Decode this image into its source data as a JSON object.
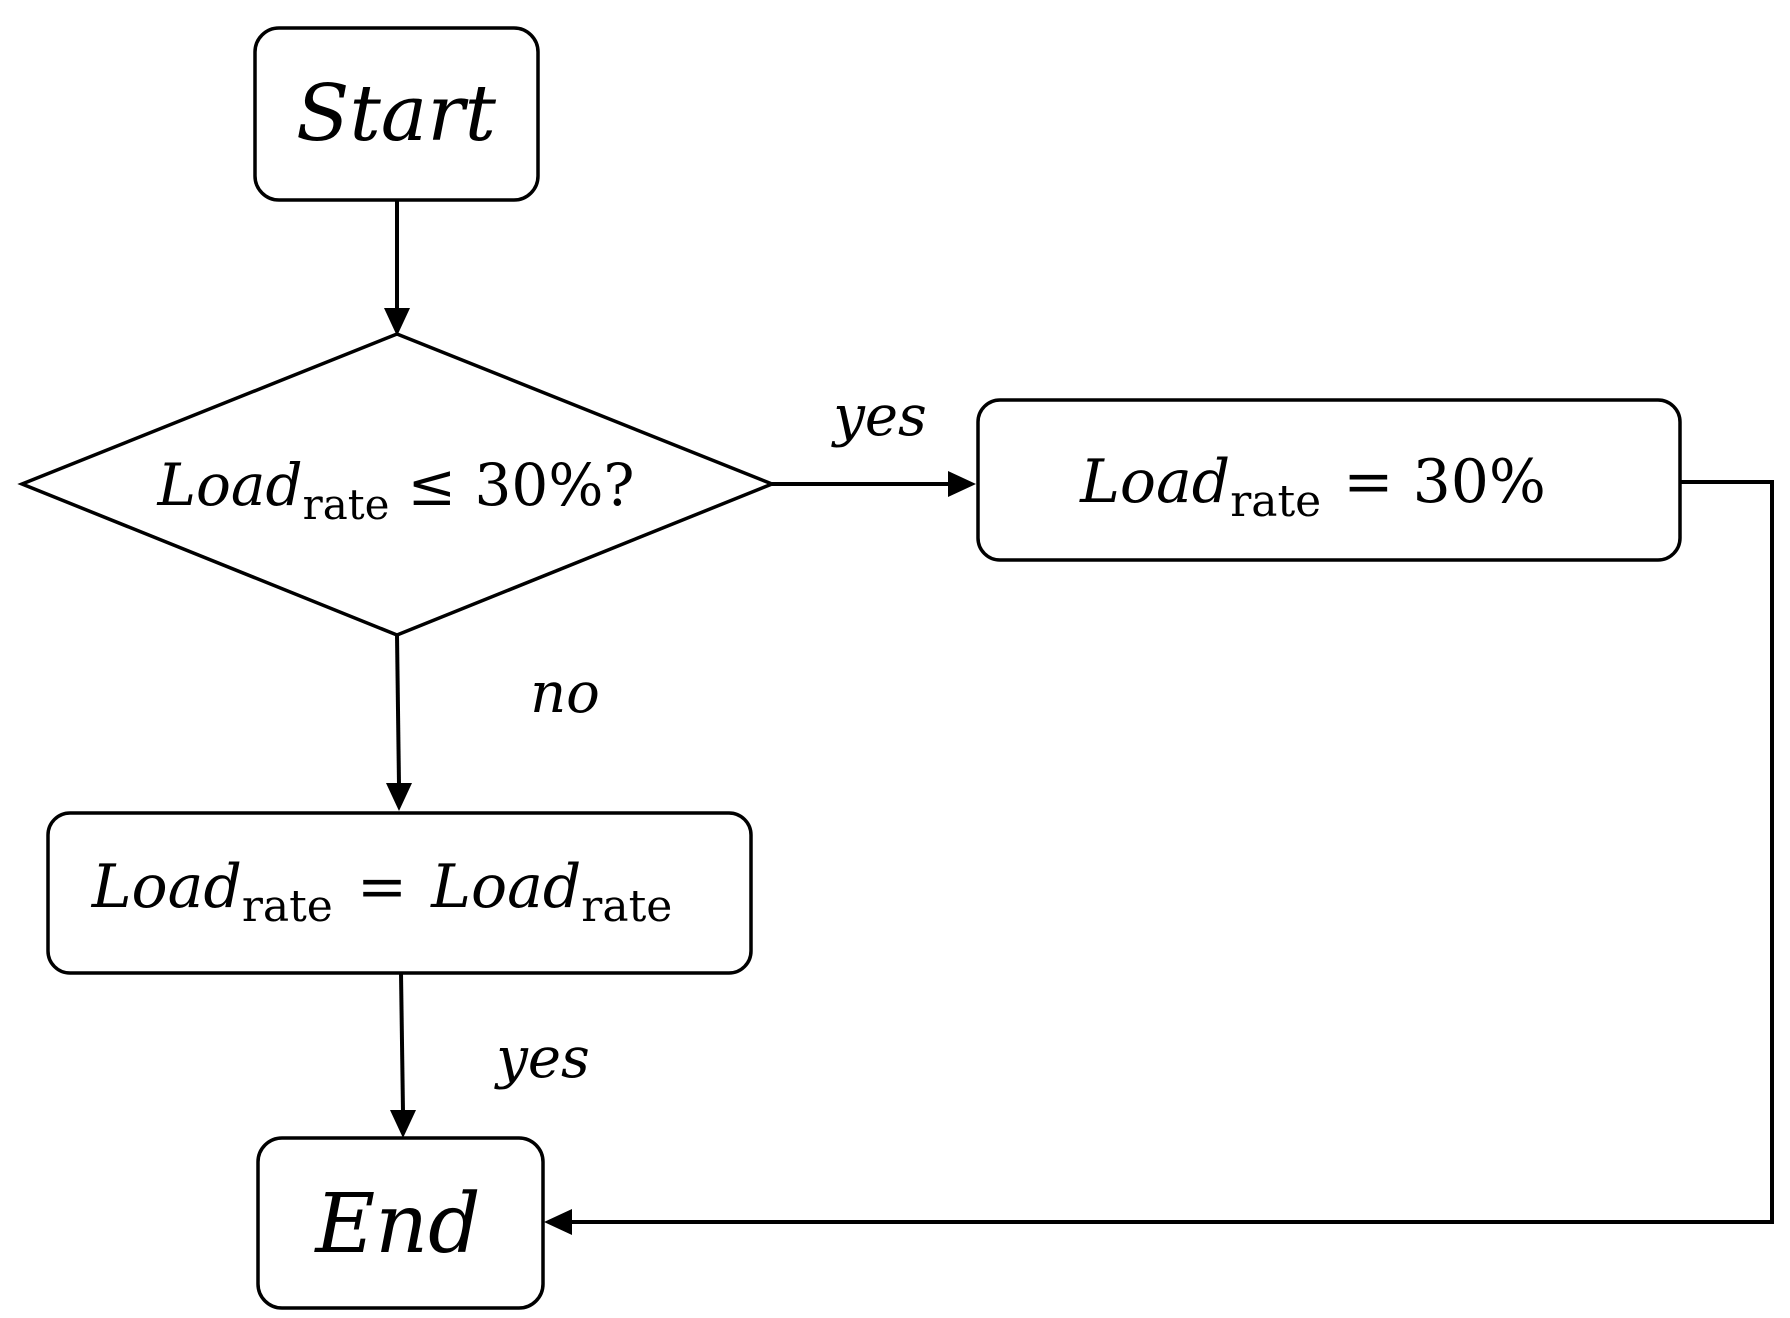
{
  "nodes": {
    "start": {
      "label": "Start"
    },
    "decision": {
      "var": "Load",
      "sub": "rate",
      "condition": "≤ 30%?"
    },
    "set_yes": {
      "var": "Load",
      "sub": "rate",
      "expression": "= 30%"
    },
    "set_no": {
      "lhs_var": "Load",
      "lhs_sub": "rate",
      "operator": "=",
      "rhs_var": "Load",
      "rhs_sub": "rate"
    },
    "end": {
      "label": "End"
    }
  },
  "edges": {
    "decision_yes": "yes",
    "decision_no": "no",
    "set_no_to_end": "yes"
  }
}
